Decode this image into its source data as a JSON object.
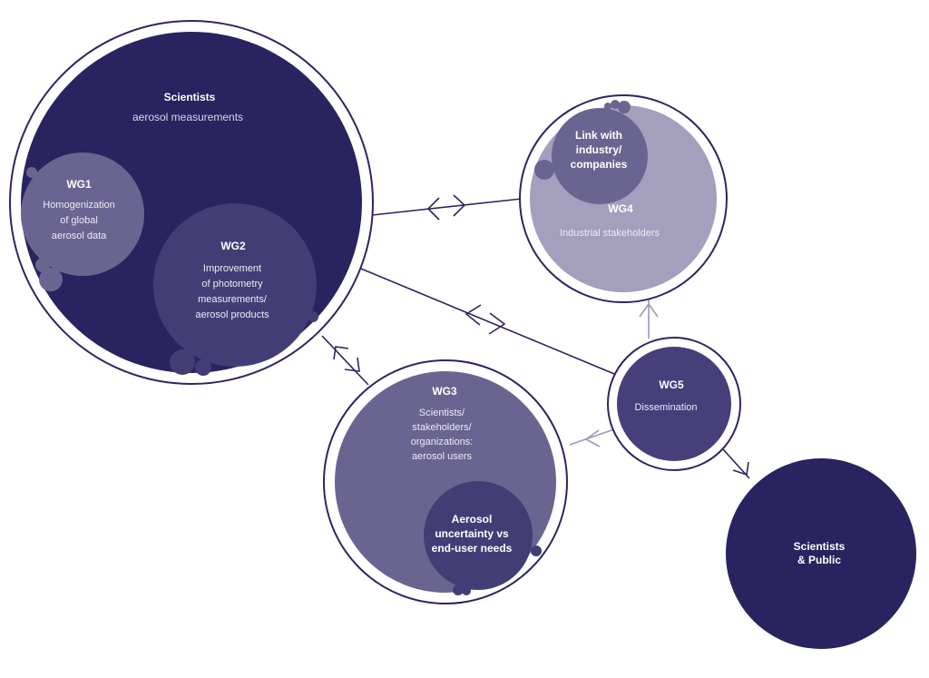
{
  "colors": {
    "dark_navy": "#29235f",
    "mid_purple": "#6a6590",
    "light_purple": "#a39fbd",
    "wg2_purple": "#433d76",
    "wg5_purple": "#463f7a",
    "ring": "#2b2760",
    "connector": "#2b2760",
    "connector_light": "#9b98b4"
  },
  "nodes": {
    "scientists": {
      "title": "Scientists",
      "subtitle": "aerosol measurements"
    },
    "wg1": {
      "title": "WG1",
      "lines": [
        "Homogenization",
        "of global",
        "aerosol data"
      ]
    },
    "wg2": {
      "title": "WG2",
      "lines": [
        "Improvement",
        "of photometry",
        "measurements/",
        "aerosol products"
      ]
    },
    "wg3": {
      "title": "WG3",
      "lines": [
        "Scientists/",
        "stakeholders/",
        "organizations:",
        "aerosol users"
      ]
    },
    "wg3_inner": {
      "lines": [
        "Aerosol",
        "uncertainty vs",
        "end-user needs"
      ]
    },
    "wg4": {
      "title": "WG4",
      "subtitle": "Industrial stakeholders"
    },
    "wg4_inner": {
      "lines": [
        "Link with",
        "industry/",
        "companies"
      ]
    },
    "wg5": {
      "title": "WG5",
      "subtitle": "Dissemination"
    },
    "public": {
      "lines": [
        "Scientists",
        "& Public"
      ]
    }
  }
}
